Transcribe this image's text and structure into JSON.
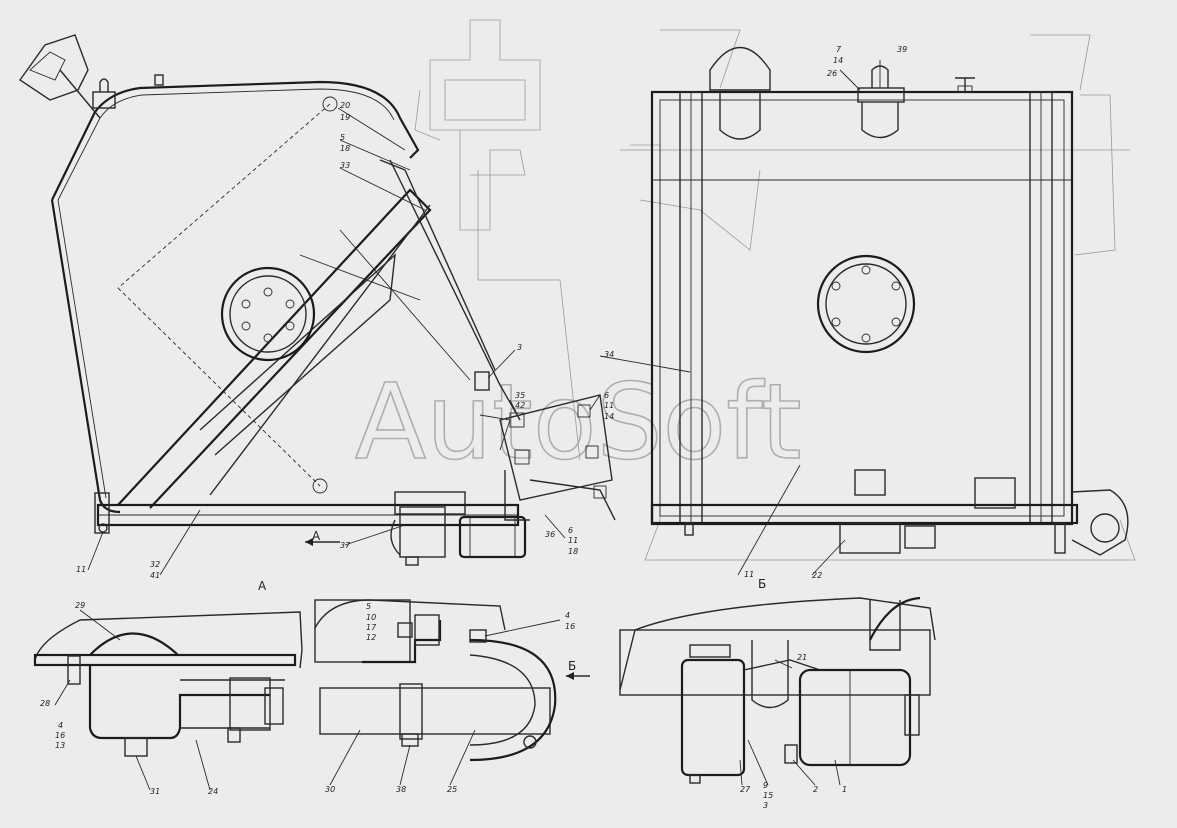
{
  "watermark": "AutoSoft",
  "views": {
    "left_view": "А",
    "right_view": "Б",
    "arrow_a": "А",
    "arrow_b": "Б"
  },
  "callouts": {
    "c20": "20",
    "c19": "19",
    "c5": "5",
    "c18": "18",
    "c33": "33",
    "c3": "3",
    "c35": "35",
    "c42": "42",
    "c6a": "6",
    "c11a": "11",
    "c14": "14",
    "c36": "36",
    "c6b": "6",
    "c11b": "11",
    "c18b": "18",
    "c37": "37",
    "c11c": "11",
    "c32": "32",
    "c41": "41",
    "c7": "7",
    "c14b": "14",
    "c26": "26",
    "c39": "39",
    "c34": "34",
    "c11d": "11",
    "c22": "22",
    "c29": "29",
    "c28": "28",
    "c4a": "4",
    "c16a": "16",
    "c13": "13",
    "c31": "31",
    "c24": "24",
    "c5b": "5",
    "c10": "10",
    "c17": "17",
    "c12": "12",
    "c4b": "4",
    "c16b": "16",
    "c30": "30",
    "c38": "38",
    "c25": "25",
    "c21": "21",
    "c27": "27",
    "c9": "9",
    "c15": "15",
    "c3b": "3",
    "c2": "2",
    "c1": "1"
  }
}
